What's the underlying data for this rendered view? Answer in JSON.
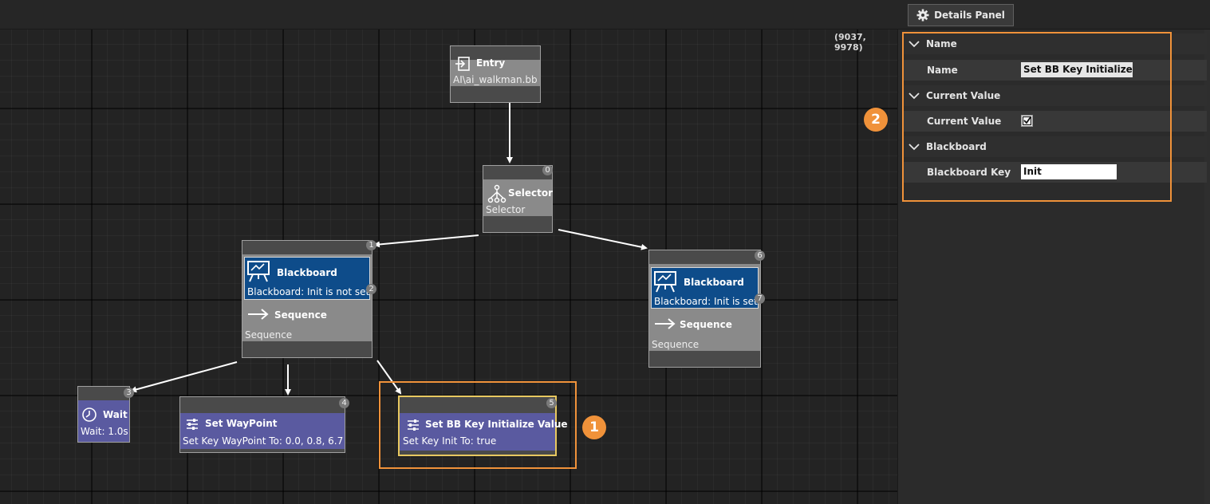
{
  "canvas": {
    "coords": "(9037, 9978)",
    "nodes": {
      "entry": {
        "title": "Entry",
        "subtitle": "AI\\ai_walkman.bb"
      },
      "selector": {
        "badge": "0",
        "title": "Selector",
        "subtitle": "Selector"
      },
      "left_branch": {
        "badge_top": "1",
        "bb_title": "Blackboard",
        "bb_sub": "Blackboard: Init is not set",
        "badge_mid": "2",
        "seq_title": "Sequence",
        "seq_sub": "Sequence"
      },
      "right_branch": {
        "badge_top": "6",
        "bb_title": "Blackboard",
        "bb_sub": "Blackboard: Init is set",
        "badge_mid": "7",
        "seq_title": "Sequence",
        "seq_sub": "Sequence"
      },
      "wait": {
        "badge": "3",
        "title": "Wait",
        "subtitle": "Wait: 1.0s"
      },
      "set_waypoint": {
        "badge": "4",
        "title": "Set WayPoint",
        "subtitle": "Set Key WayPoint To: 0.0, 0.8, 6.7"
      },
      "set_bb_key": {
        "badge": "5",
        "title": "Set BB Key Initialize Value",
        "subtitle": "Set Key Init To: true"
      }
    },
    "step1": "1"
  },
  "panel": {
    "button_label": "Details Panel",
    "step2": "2",
    "sections": {
      "name": {
        "header": "Name",
        "label": "Name",
        "value": "Set BB Key Initialize V"
      },
      "current_value": {
        "header": "Current Value",
        "label": "Current Value",
        "checked": true
      },
      "blackboard": {
        "header": "Blackboard",
        "label": "Blackboard Key",
        "value": "Init"
      }
    }
  },
  "colors": {
    "accent": "#f0923a",
    "blackboard": "#0e4c8a",
    "task": "#5a5aa0",
    "selected": "#e8c860"
  }
}
